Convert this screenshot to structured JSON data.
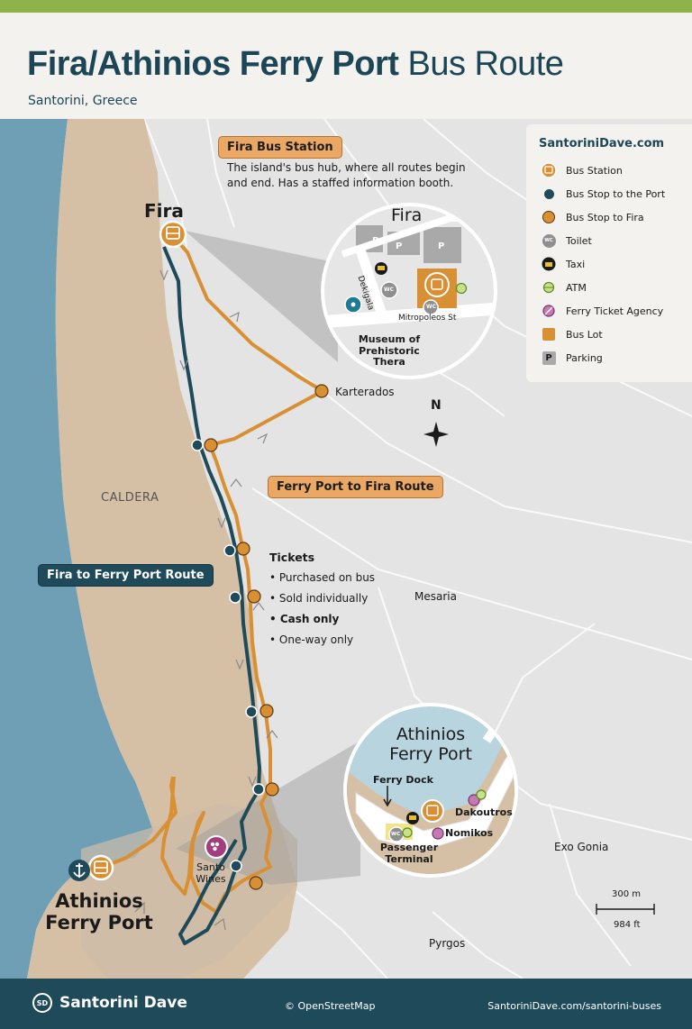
{
  "header": {
    "title_bold": "Fira/Athinios Ferry Port",
    "title_light": "Bus Route",
    "subtitle": "Santorini, Greece"
  },
  "callouts": {
    "fira_bus_station": "Fira Bus Station",
    "fira_bus_station_desc_1": "The island's bus hub, where all routes begin",
    "fira_bus_station_desc_2": "and end. Has a staffed information booth.",
    "ferry_to_fira": "Ferry Port to Fira Route",
    "fira_to_ferry": "Fira to Ferry Port Route"
  },
  "places": {
    "fira": "Fira",
    "karterados": "Karterados",
    "caldera": "CALDERA",
    "mesaria": "Mesaria",
    "exo_gonia": "Exo Gonia",
    "pyrgos": "Pyrgos",
    "athinios_1": "Athinios",
    "athinios_2": "Ferry Port",
    "santo_1": "Santo",
    "santo_2": "Wines"
  },
  "compass": "N",
  "tickets": {
    "heading": "Tickets",
    "items": [
      "• Purchased on bus",
      "• Sold individually",
      "• Cash only",
      "• One-way only"
    ]
  },
  "fira_inset": {
    "title": "Fira",
    "street_1": "Dekigala",
    "street_2": "Mitropoleos St",
    "museum_1": "Museum of",
    "museum_2": "Prehistoric",
    "museum_3": "Thera",
    "parking": "P",
    "wc": "WC"
  },
  "port_inset": {
    "title_1": "Athinios",
    "title_2": "Ferry Port",
    "ferry_dock": "Ferry Dock",
    "dakoutros": "Dakoutros",
    "nomikos": "Nomikos",
    "terminal_1": "Passenger",
    "terminal_2": "Terminal",
    "wc": "WC"
  },
  "scale": {
    "metric": "300 m",
    "imperial": "984 ft"
  },
  "legend": {
    "title": "SantoriniDave.com",
    "items": [
      {
        "label": "Bus Station",
        "icon": "bus-station-icon"
      },
      {
        "label": "Bus Stop to the Port",
        "icon": "teal-dot-icon"
      },
      {
        "label": "Bus Stop to Fira",
        "icon": "orange-dot-icon"
      },
      {
        "label": "Toilet",
        "icon": "wc-icon"
      },
      {
        "label": "Taxi",
        "icon": "taxi-icon"
      },
      {
        "label": "ATM",
        "icon": "atm-icon"
      },
      {
        "label": "Ferry Ticket Agency",
        "icon": "ticket-agency-icon"
      },
      {
        "label": "Bus Lot",
        "icon": "bus-lot-icon"
      },
      {
        "label": "Parking",
        "icon": "parking-icon"
      }
    ],
    "parking_glyph": "P",
    "wc_glyph": "WC"
  },
  "footer": {
    "brand": "Santorini Dave",
    "logo": "SD",
    "credit": "© OpenStreetMap",
    "url": "SantoriniDave.com/santorini-buses"
  },
  "colors": {
    "teal_route": "#1e4a59",
    "orange_route": "#d98f33",
    "sea": "#6f9fb5",
    "land": "#e4e4e4",
    "caldera": "#d5bfa5",
    "accent_green": "#8eb34a"
  }
}
